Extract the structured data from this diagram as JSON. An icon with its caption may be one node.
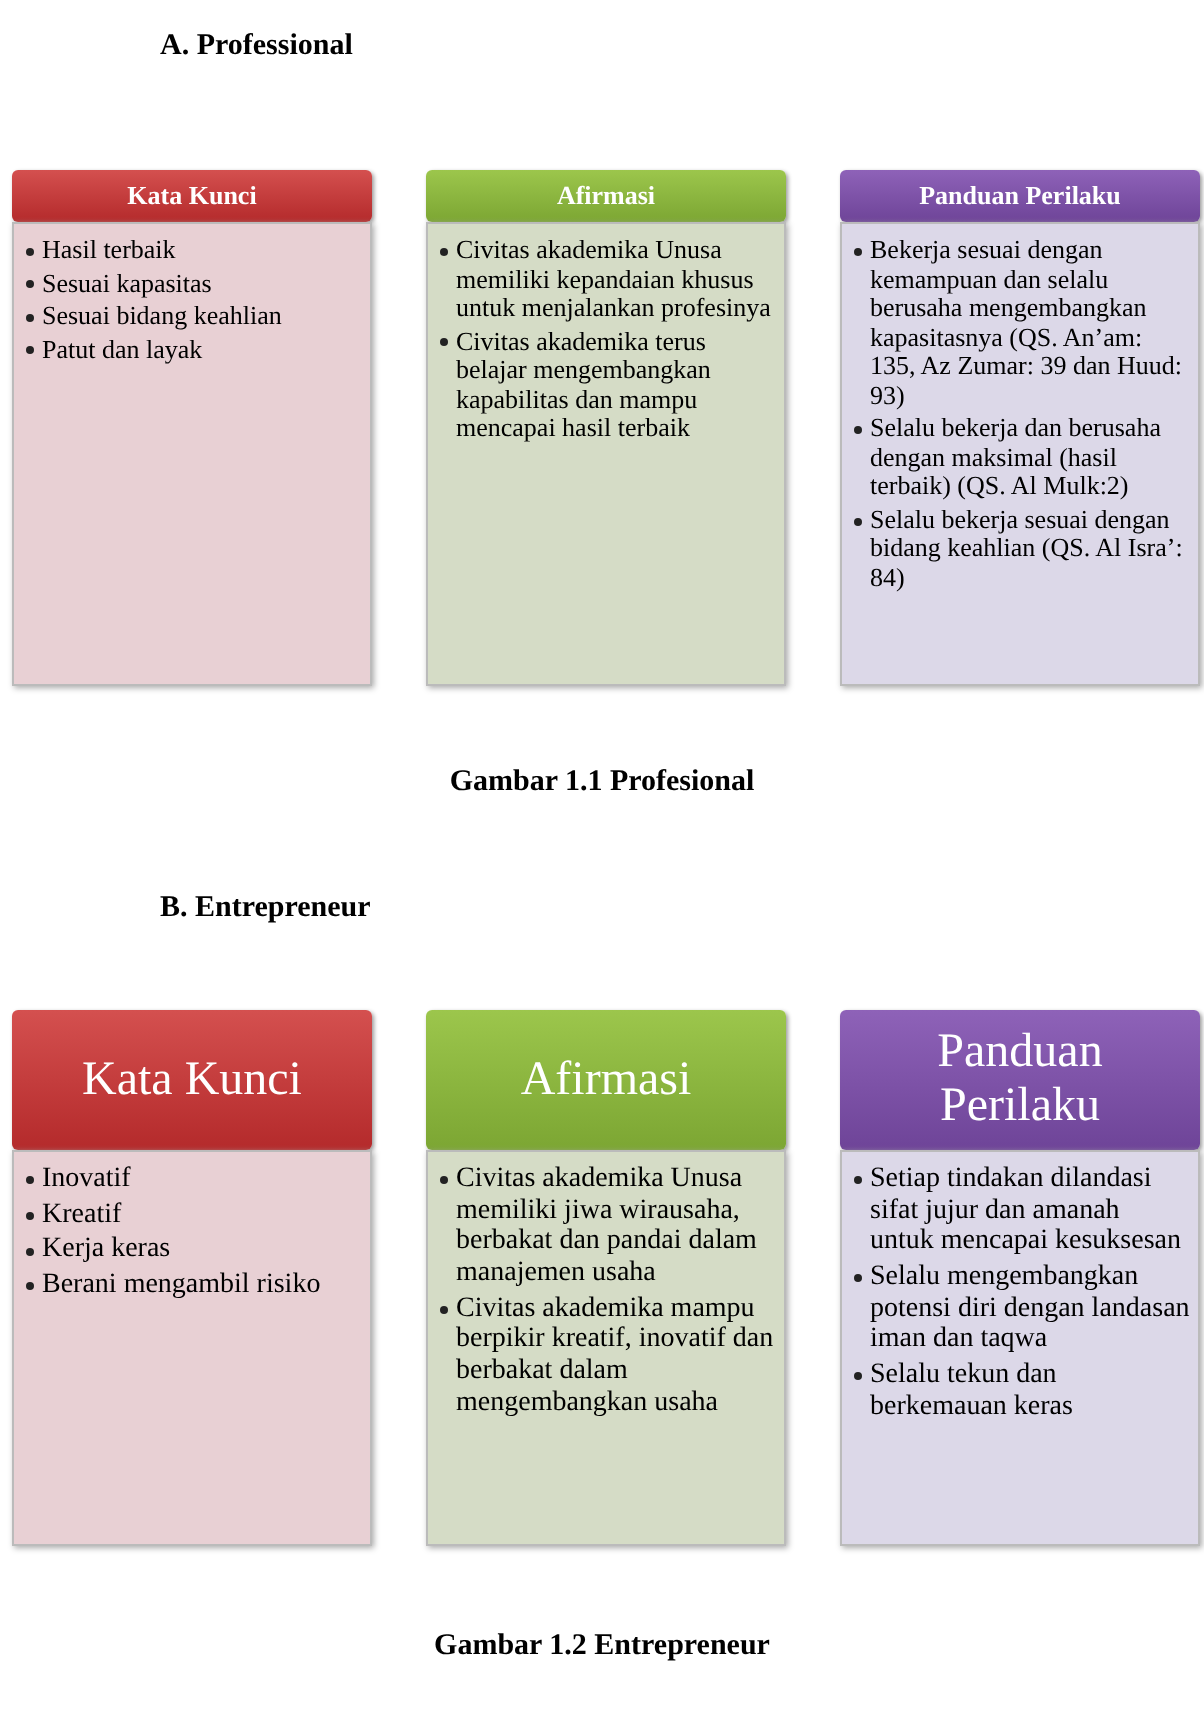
{
  "diagram": {
    "nodes": [
      {
        "text": [
          "Kata Kunci"
        ]
      },
      {
        "text": [
          "Hasil terbaik",
          "Sesuai kapasitas",
          "Sesuai bidang keahlian",
          "Patut dan layak"
        ]
      },
      {
        "text": [
          "Afirmasi"
        ]
      },
      {
        "text": [
          "Civitas akademika Unusa memiliki kepandaian khusus untuk menjalankan profesinya",
          "Civitas akademika terus belajar mengembangkan kapabilitas dan mampu mencapai hasil terbaik"
        ]
      },
      {
        "text": [
          "Panduan Perilaku"
        ]
      },
      {
        "text": [
          "Bekerja sesuai dengan kemampuan dan selalu berusaha mengembangkan kapasitasnya (QS. An’am: 135, Az Zumar: 39 dan Huud: 93)",
          "Selalu bekerja dan berusaha dengan maksimal (hasil terbaik) (QS. Al Mulk:2)",
          "Selalu bekerja sesuai dengan bidang keahlian (QS. Al Isra’: 84)"
        ]
      },
      {
        "text": [
          "Kata Kunci"
        ]
      },
      {
        "text": [
          "Inovatif",
          "Kreatif",
          "Kerja keras",
          "Berani mengambil risiko"
        ]
      },
      {
        "text": [
          "Afirmasi"
        ]
      },
      {
        "text": [
          "Civitas akademika Unusa memiliki jiwa wirausaha, berbakat dan pandai dalam manajemen usaha",
          "Civitas akademika mampu berpikir kreatif, inovatif dan berbakat dalam mengembangkan usaha"
        ]
      },
      {
        "text": [
          "Panduan Perilaku"
        ]
      },
      {
        "text": [
          "Setiap tindakan dilandasi sifat jujur dan amanah untuk mencapai kesuksesan",
          "Selalu mengembangkan potensi diri dengan landasan iman dan taqwa",
          "Selalu tekun dan berkemauan keras"
        ]
      }
    ],
    "labels": [
      "A. Professional",
      "Gambar 1.1 Profesional",
      "B. Entrepreneur",
      "Gambar 1.2 Entrepreneur"
    ]
  }
}
